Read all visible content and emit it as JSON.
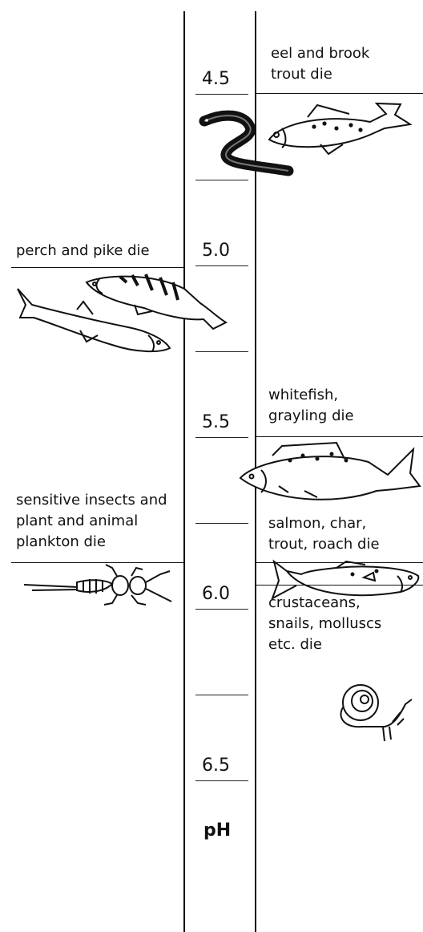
{
  "scale": {
    "values": [
      "4.5",
      "5.0",
      "5.5",
      "6.0",
      "6.5"
    ],
    "unit_label": "pH"
  },
  "left_column": {
    "perch_pike": "perch and pike die",
    "insects": [
      "sensitive insects and",
      "plant and animal",
      "plankton die"
    ]
  },
  "right_column": {
    "eel_trout": [
      "eel and brook",
      "trout die"
    ],
    "whitefish": [
      "whitefish,",
      "grayling die"
    ],
    "salmon": [
      "salmon, char,",
      "trout, roach die"
    ],
    "crustaceans": [
      "crustaceans,",
      "snails, molluscs",
      "etc. die"
    ]
  },
  "icons": [
    "eel-icon",
    "trout-icon",
    "pike-icon",
    "perch-icon",
    "grayling-icon",
    "salmon-icon",
    "insect-icon",
    "snail-icon"
  ]
}
